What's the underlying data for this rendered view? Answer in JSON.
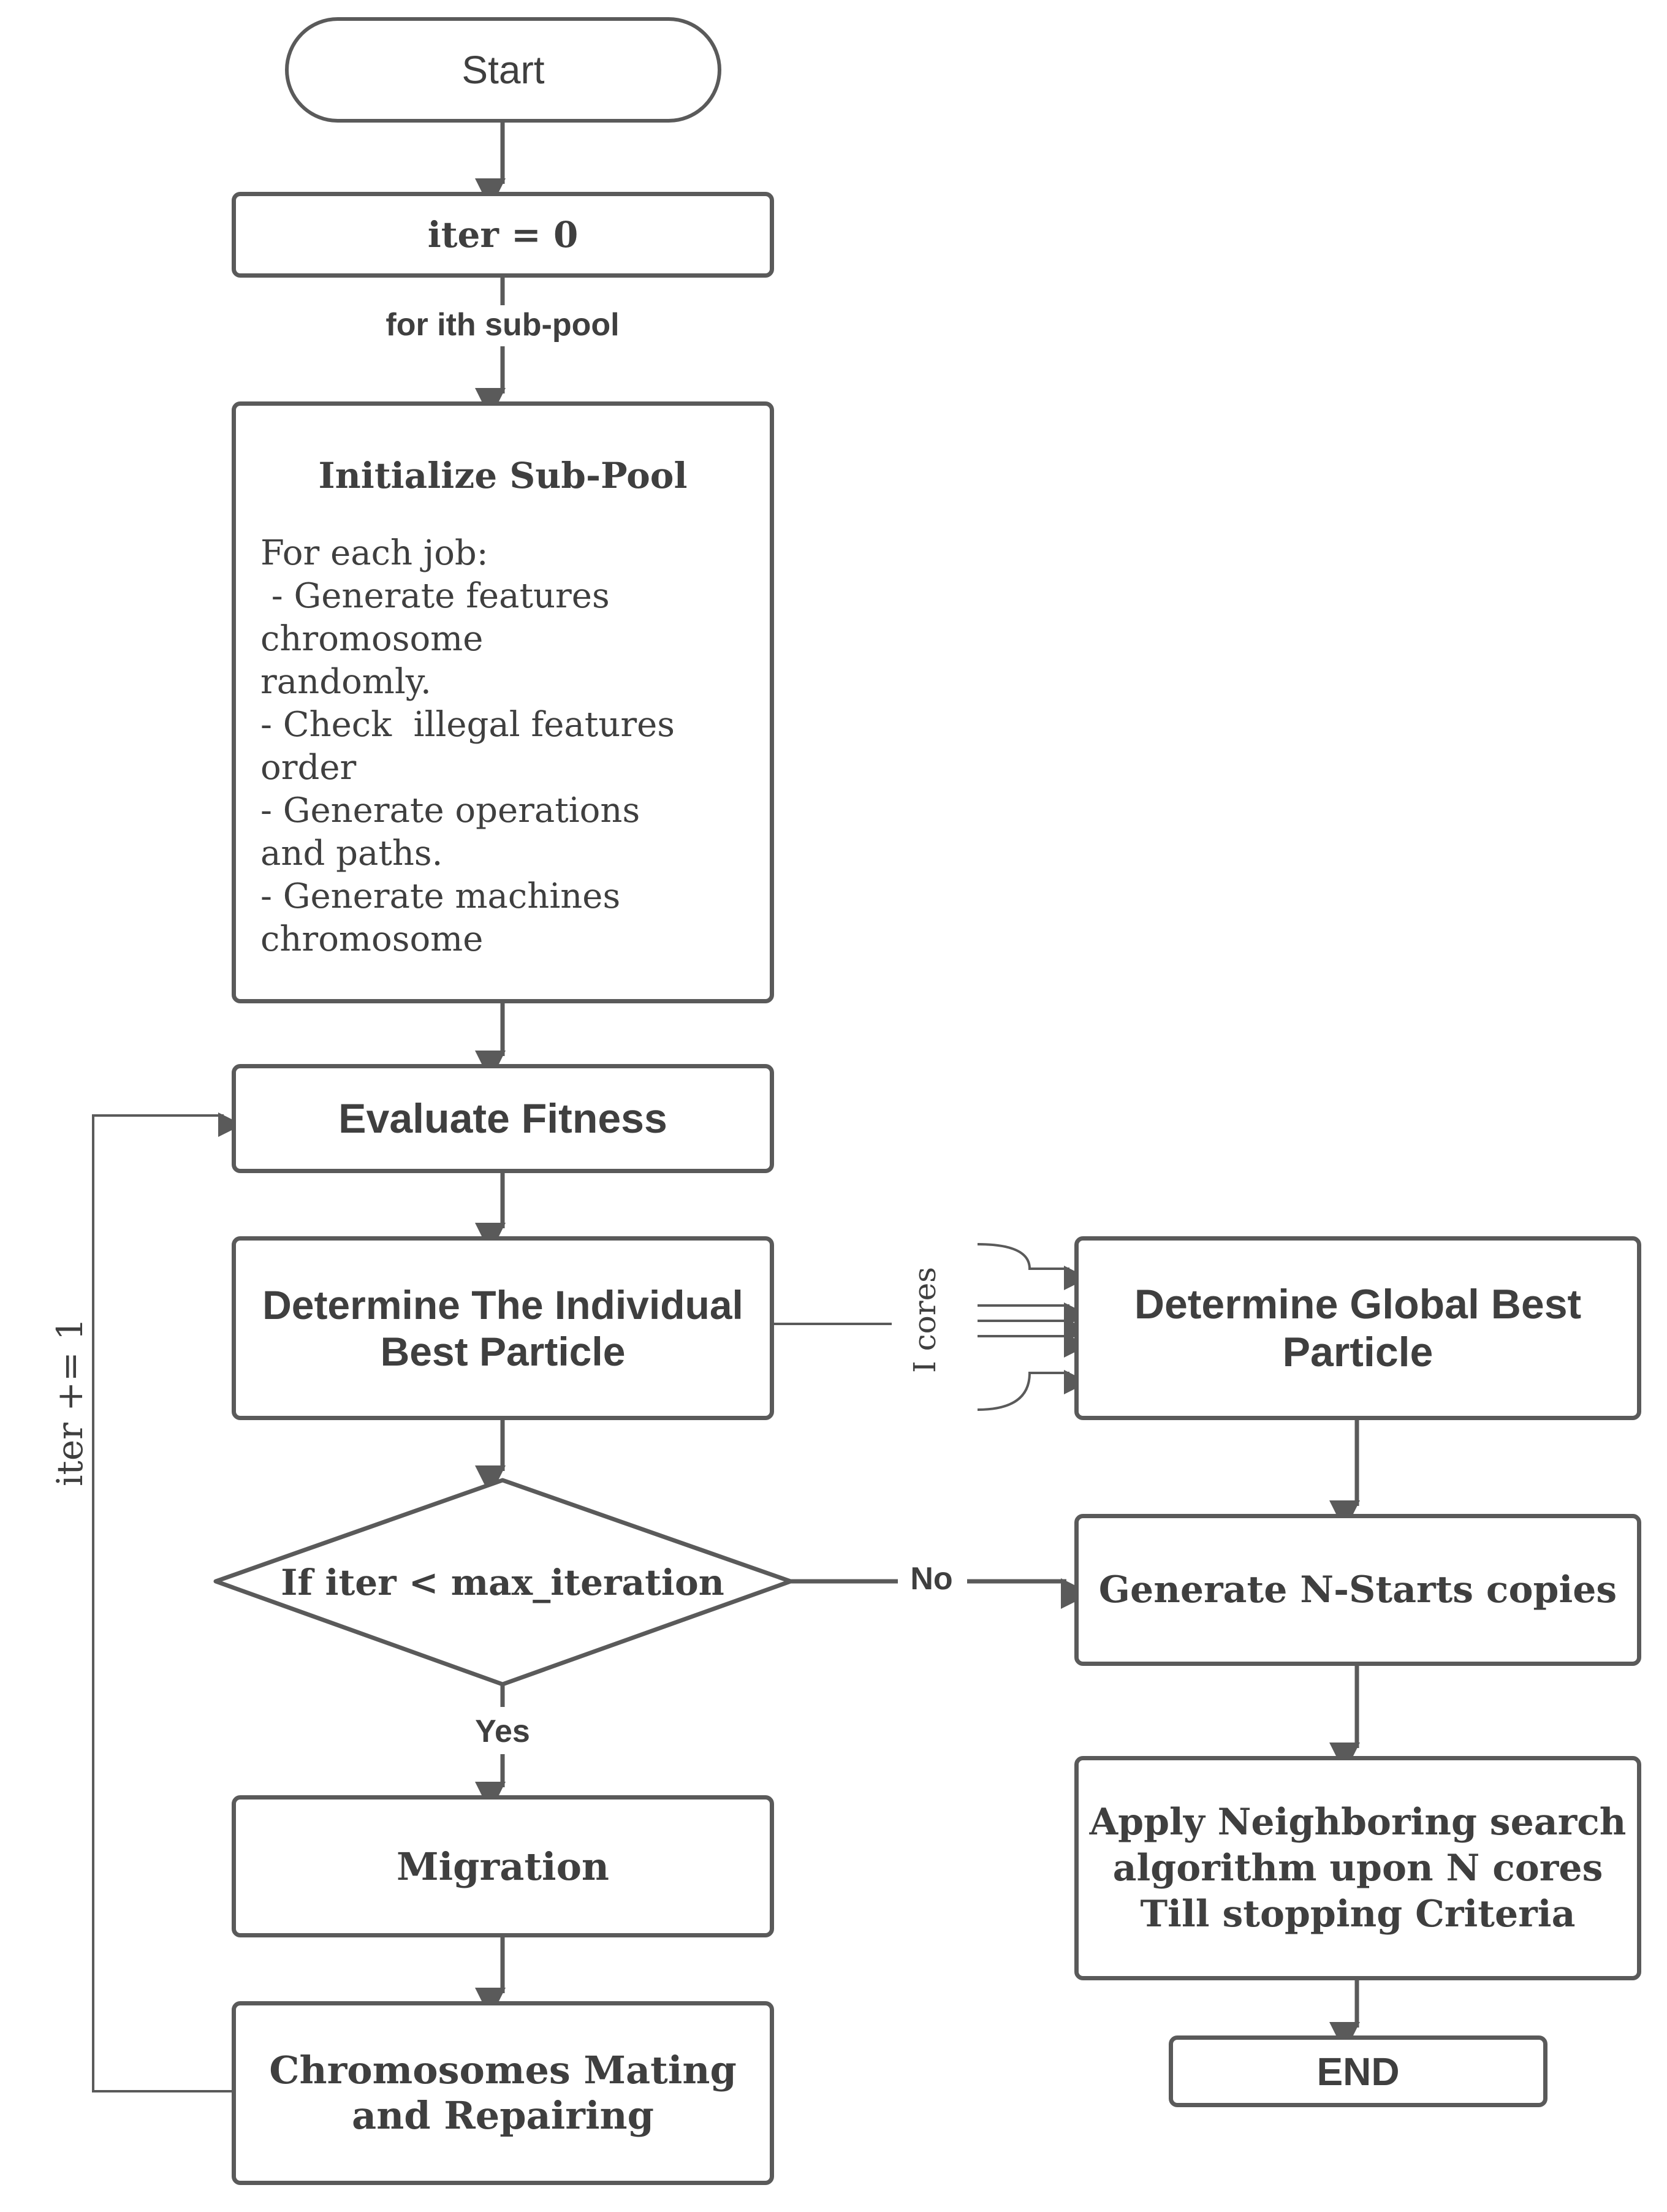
{
  "nodes": {
    "start": "Start",
    "iter_init": "iter = 0",
    "init_title": "Initialize Sub-Pool",
    "init_body": "For each job:\n - Generate features\nchromosome\nrandomly.\n- Check  illegal features\norder\n- Generate operations\nand paths.\n- Generate machines\nchromosome",
    "evaluate": "Evaluate Fitness",
    "determine_individual": "Determine The Individual Best Particle",
    "condition": "If iter < max_iteration",
    "migration": "Migration",
    "mating": "Chromosomes Mating and Repairing",
    "determine_global": "Determine Global Best Particle",
    "generate_copies": "Generate N-Starts copies",
    "apply_search": "Apply Neighboring search algorithm upon N cores Till stopping Criteria",
    "end": "END"
  },
  "edges": {
    "for_ith": "for ith sub-pool",
    "no": "No",
    "yes": "Yes",
    "loop": "iter += 1",
    "cores": "I cores"
  }
}
